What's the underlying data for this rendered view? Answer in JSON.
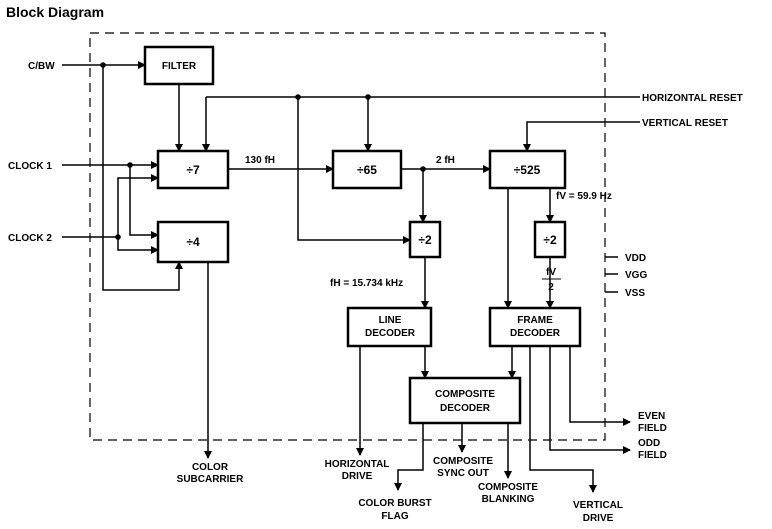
{
  "title": "Block Diagram",
  "blocks": {
    "filter": "FILTER",
    "div7": "÷7",
    "div4": "÷4",
    "div65": "÷65",
    "div525": "÷525",
    "div2_line": "÷2",
    "div2_frame": "÷2",
    "line_decoder": [
      "LINE",
      "DECODER"
    ],
    "frame_decoder": [
      "FRAME",
      "DECODER"
    ],
    "composite_decoder": [
      "COMPOSITE",
      "DECODER"
    ]
  },
  "inputs": {
    "cbw": "C/BW",
    "clock1": "CLOCK 1",
    "clock2": "CLOCK 2",
    "horizontal_reset": "HORIZONTAL RESET",
    "vertical_reset": "VERTICAL RESET"
  },
  "signals": {
    "f130": "130 fH",
    "f2": "2 fH",
    "fv": "fV = 59.9 Hz",
    "fh": "fH = 15.734 kHz",
    "fv_half_num": "fV",
    "fv_half_den": "2"
  },
  "supplies": [
    "VDD",
    "VGG",
    "VSS"
  ],
  "outputs": {
    "color_subcarrier": [
      "COLOR",
      "SUBCARRIER"
    ],
    "horizontal_drive": [
      "HORIZONTAL",
      "DRIVE"
    ],
    "composite_sync_out": [
      "COMPOSITE",
      "SYNC OUT"
    ],
    "color_burst_flag": [
      "COLOR BURST",
      "FLAG"
    ],
    "composite_blanking": [
      "COMPOSITE",
      "BLANKING"
    ],
    "vertical_drive": [
      "VERTICAL",
      "DRIVE"
    ],
    "even_field": [
      "EVEN",
      "FIELD"
    ],
    "odd_field": [
      "ODD",
      "FIELD"
    ]
  }
}
